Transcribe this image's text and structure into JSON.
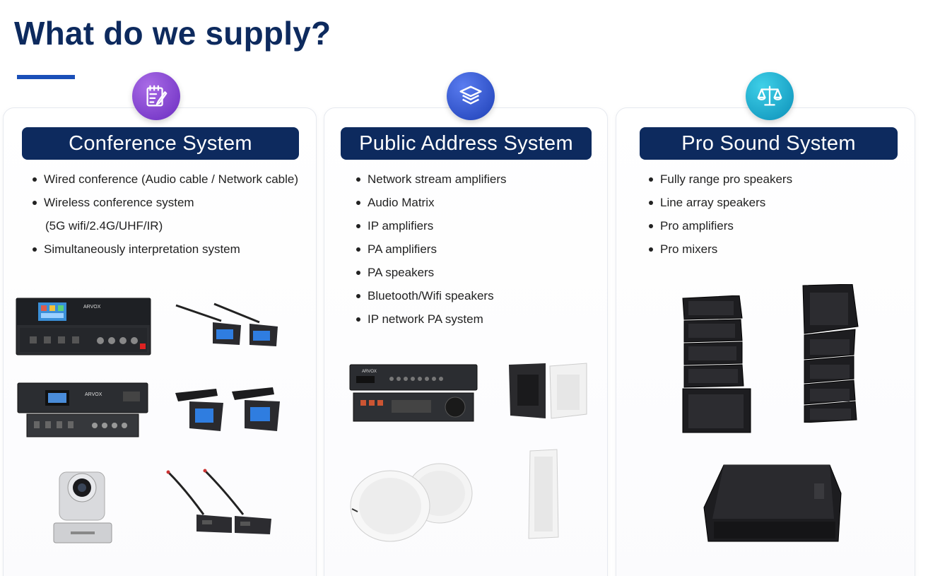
{
  "page": {
    "title": "What do we supply?"
  },
  "colors": {
    "title": "#0d2a5e",
    "header_bg": "#0d2a5e",
    "underline": "#1a4fb8",
    "badge_conference": "#7b3fd1",
    "badge_pa": "#2a4fd0",
    "badge_prosound": "#16a6cc"
  },
  "cards": [
    {
      "icon": "notepad-pen-icon",
      "title": "Conference System",
      "items": [
        "Wired conference (Audio cable / Network cable)",
        "Wireless conference system",
        "Simultaneously interpretation system"
      ],
      "item_sub": "(5G wifi/2.4G/UHF/IR)",
      "products": [
        "conference-controller",
        "wireless-delegate-units",
        "rack-processor",
        "desktop-wireless-mics",
        "ptz-camera",
        "gooseneck-delegate-units"
      ]
    },
    {
      "icon": "layers-icon",
      "title": "Public Address System",
      "items": [
        "Network stream amplifiers",
        "Audio Matrix",
        "IP amplifiers",
        "PA amplifiers",
        "PA speakers",
        "Bluetooth/Wifi speakers",
        "IP network PA system"
      ],
      "products": [
        "pa-amplifiers",
        "wall-speakers",
        "ceiling-speakers",
        "column-speaker"
      ]
    },
    {
      "icon": "scale-icon",
      "title": "Pro Sound System",
      "items": [
        "Fully range pro speakers",
        "Line array speakers",
        "Pro amplifiers",
        "Pro mixers"
      ],
      "products": [
        "line-array-with-sub",
        "line-array-hanging",
        "stage-monitor"
      ]
    }
  ]
}
